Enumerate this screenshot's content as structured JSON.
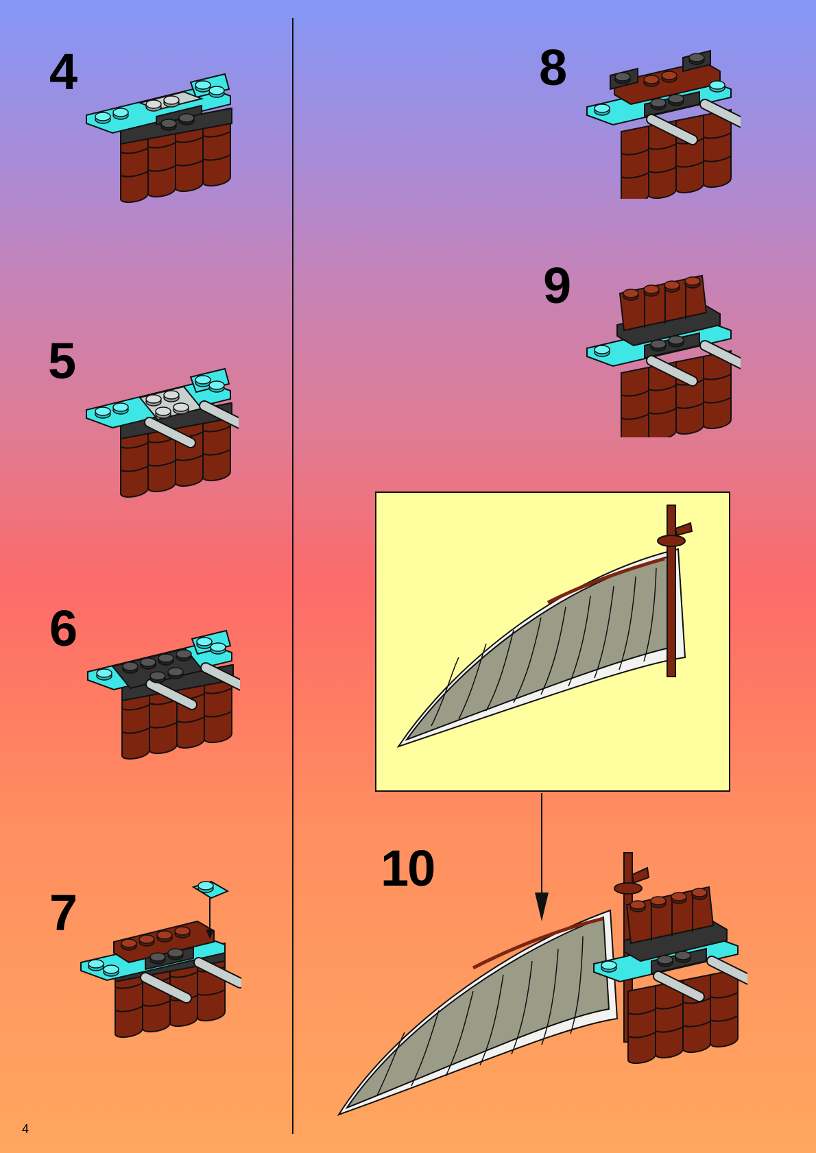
{
  "page": {
    "number": "4"
  },
  "steps": [
    {
      "number": "4"
    },
    {
      "number": "5"
    },
    {
      "number": "6"
    },
    {
      "number": "7"
    },
    {
      "number": "8"
    },
    {
      "number": "9"
    },
    {
      "number": "10"
    }
  ],
  "colors": {
    "brick_red": "#8a2a12",
    "trans_cyan": "#3fe6e6",
    "dark_gray": "#333333",
    "light_gray": "#c8cfcf",
    "callout_bg": "#ffffa0",
    "sail_gray": "#9a9c88"
  }
}
